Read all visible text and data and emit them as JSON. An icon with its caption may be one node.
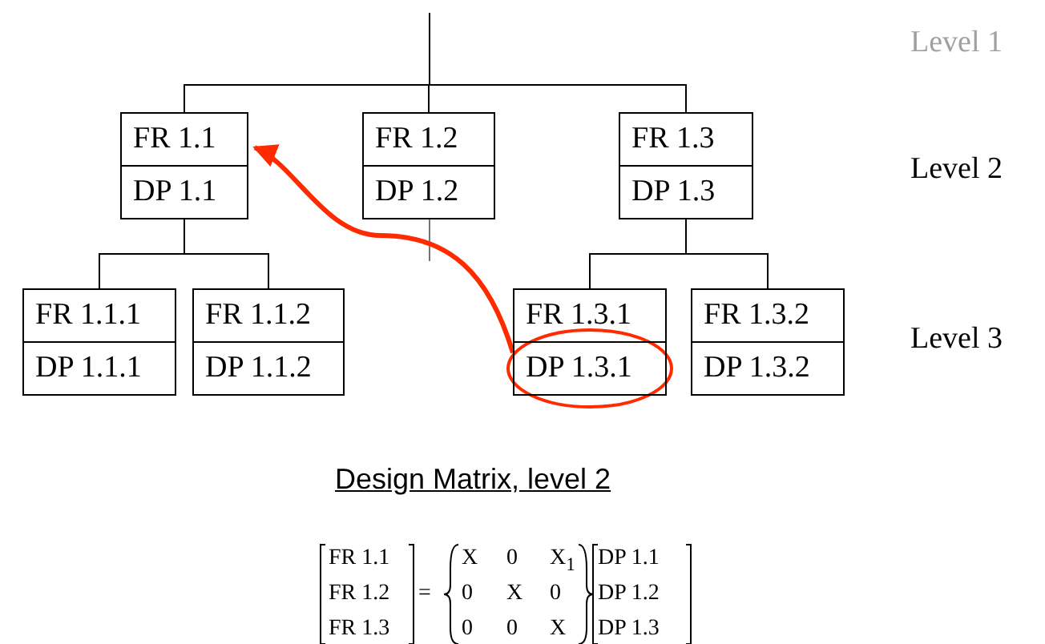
{
  "diagram": {
    "nodes": [
      {
        "text": [
          "FR 1.1",
          "DP 1.1"
        ]
      },
      {
        "text": [
          "FR 1.2",
          "DP 1.2"
        ]
      },
      {
        "text": [
          "FR 1.3",
          "DP 1.3"
        ]
      },
      {
        "text": [
          "FR 1.1.1",
          "DP 1.1.1"
        ]
      },
      {
        "text": [
          "FR 1.1.2",
          "DP 1.1.2"
        ]
      },
      {
        "text": [
          "FR 1.3.1",
          "DP 1.3.1"
        ]
      },
      {
        "text": [
          "FR 1.3.2",
          "DP 1.3.2"
        ]
      }
    ],
    "edges": [
      {
        "from": null,
        "to": 0,
        "arrow": "none"
      },
      {
        "from": null,
        "to": 1,
        "arrow": "none"
      },
      {
        "from": null,
        "to": 2,
        "arrow": "none"
      },
      {
        "from": 0,
        "to": 3,
        "arrow": "none"
      },
      {
        "from": 0,
        "to": 4,
        "arrow": "none"
      },
      {
        "from": 2,
        "to": 5,
        "arrow": "none"
      },
      {
        "from": 2,
        "to": 6,
        "arrow": "none"
      },
      {
        "from": 5,
        "to": 0,
        "arrow": "to",
        "style": "thick",
        "color": "#ff2a00"
      }
    ],
    "labels": [
      "Level 1",
      "Level 2",
      "Level 3",
      "Design Matrix, level 2",
      "FR 1.1",
      "X",
      "0",
      "X$_{1}$",
      "DP 1.1",
      "FR 1.2",
      "=",
      "0",
      "X",
      "0",
      "DP 1.2",
      "FR 1.3",
      "0",
      "0",
      "X",
      "DP 1.3"
    ]
  }
}
